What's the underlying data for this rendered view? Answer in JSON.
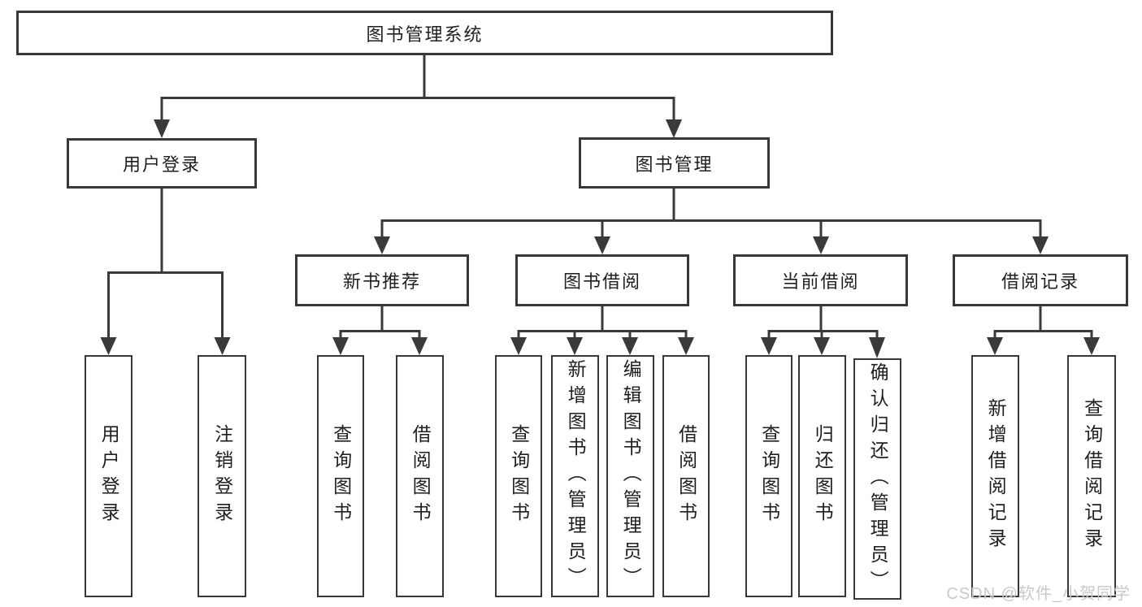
{
  "colors": {
    "line": "#3a3a3a",
    "box_border": "#383838",
    "text": "#1f1f1f",
    "watermark": "#c9c9c9",
    "background": "#ffffff"
  },
  "tree": {
    "root": {
      "label": "图书管理系统"
    },
    "children": [
      {
        "label": "用户登录",
        "children": [
          {
            "label": "用户登录"
          },
          {
            "label": "注销登录"
          }
        ]
      },
      {
        "label": "图书管理",
        "children": [
          {
            "label": "新书推荐",
            "children": [
              {
                "label": "查询图书"
              },
              {
                "label": "借阅图书"
              }
            ]
          },
          {
            "label": "图书借阅",
            "children": [
              {
                "label": "查询图书"
              },
              {
                "label": "新增图书（管理员）"
              },
              {
                "label": "编辑图书（管理员）"
              },
              {
                "label": "借阅图书"
              }
            ]
          },
          {
            "label": "当前借阅",
            "children": [
              {
                "label": "查询图书"
              },
              {
                "label": "归还图书"
              },
              {
                "label": "确认归还（管理员）"
              }
            ]
          },
          {
            "label": "借阅记录",
            "children": [
              {
                "label": "新增借阅记录"
              },
              {
                "label": "查询借阅记录"
              }
            ]
          }
        ]
      }
    ]
  },
  "watermark": {
    "text": "CSDN @软件_小贺同学"
  }
}
